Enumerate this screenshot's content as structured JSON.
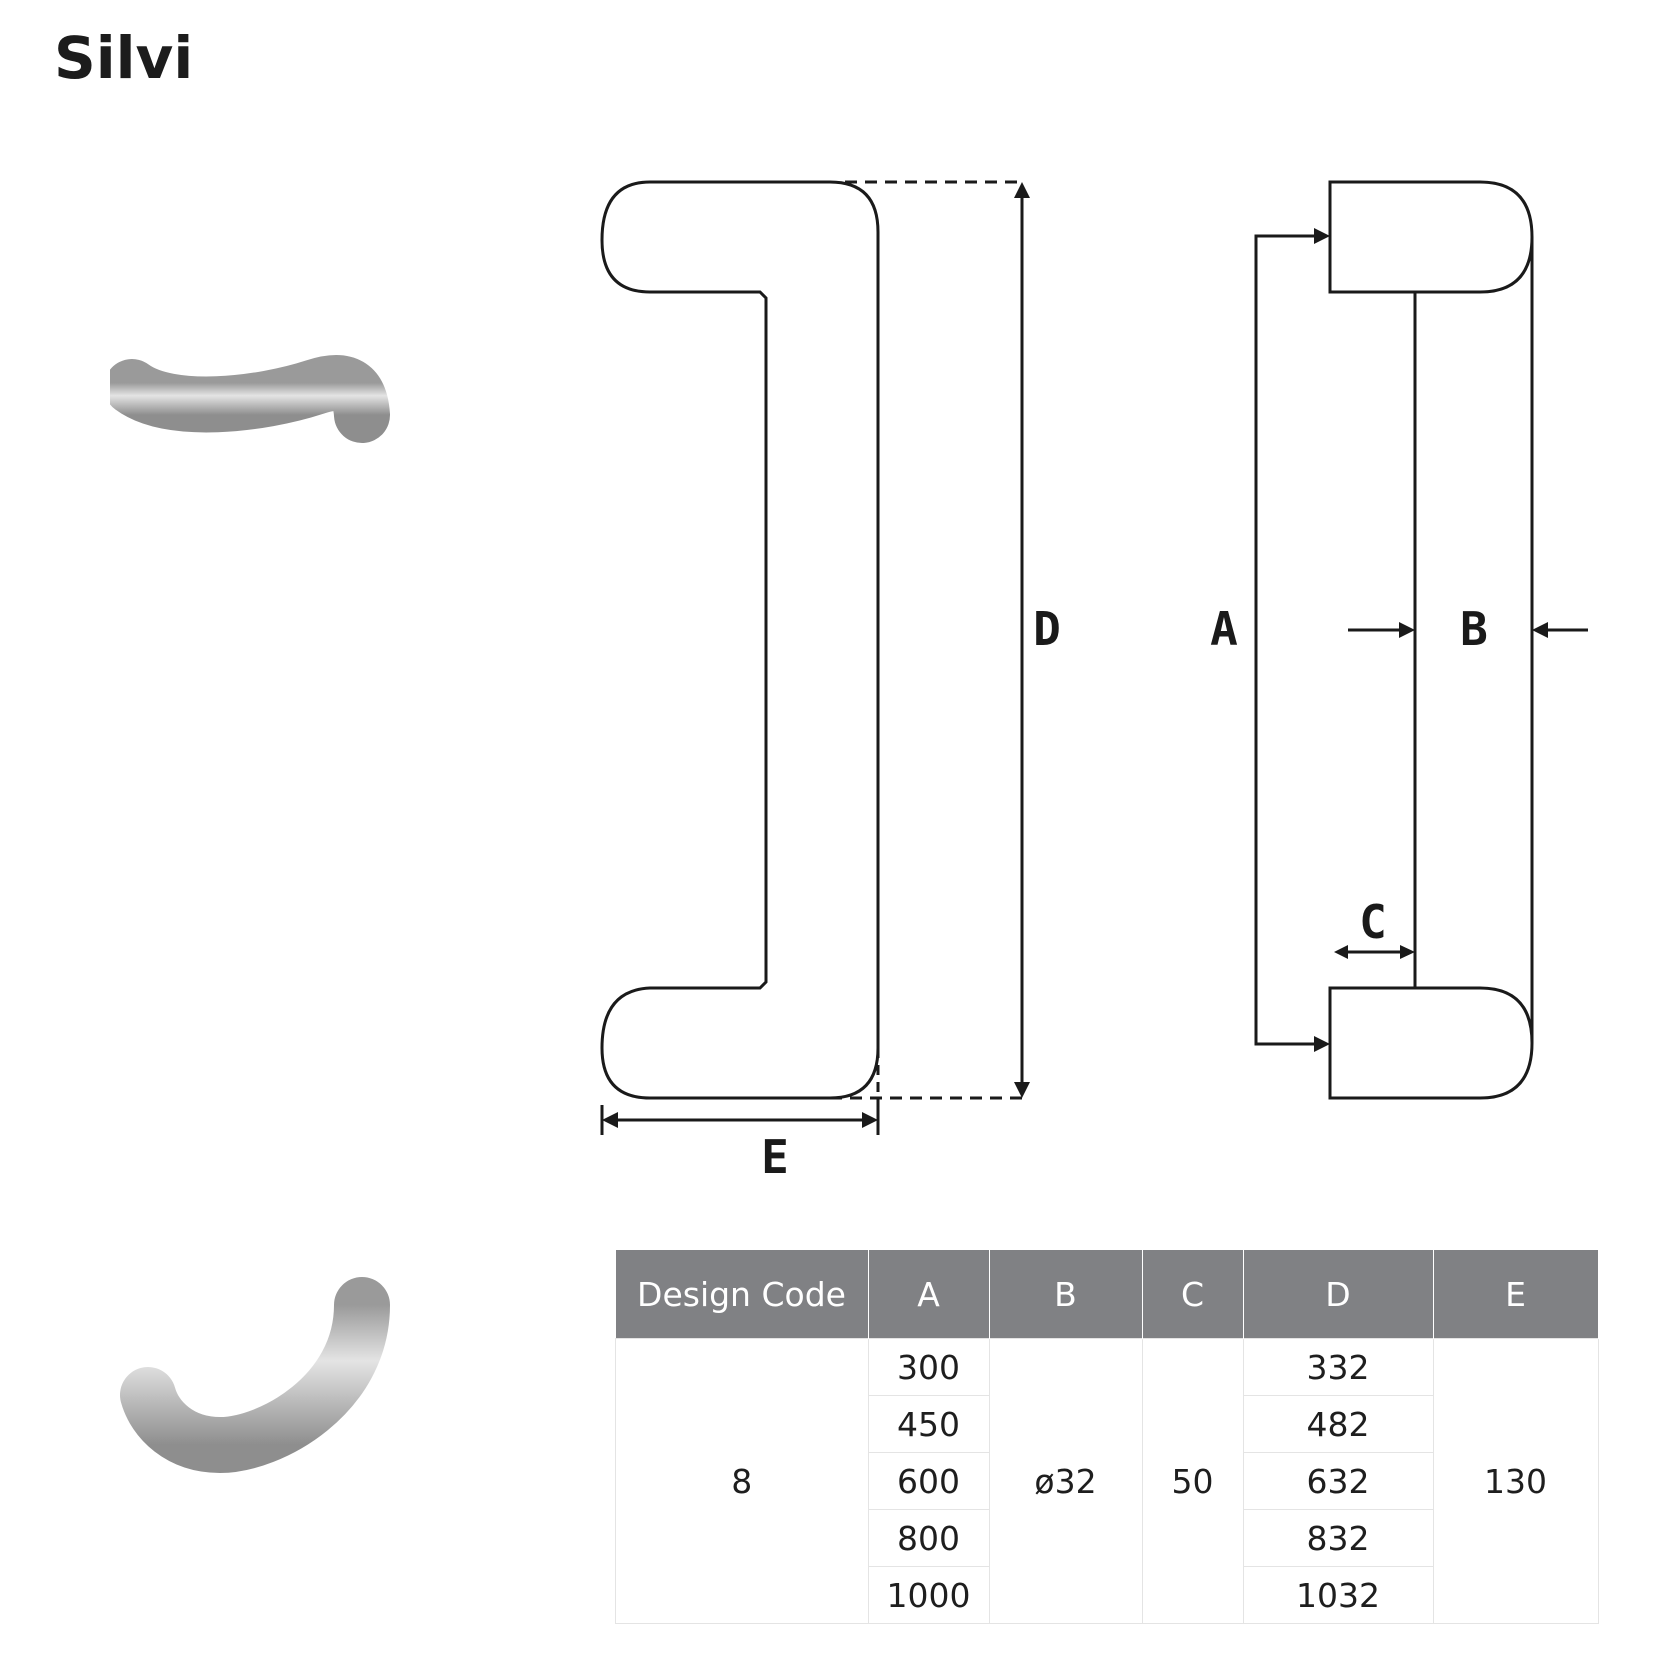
{
  "title": "Silvi",
  "diagram": {
    "labels": {
      "a": "A",
      "b": "B",
      "c": "C",
      "d": "D",
      "e": "E"
    }
  },
  "table": {
    "headers": [
      "Design Code",
      "A",
      "B",
      "C",
      "D",
      "E"
    ],
    "design_code": "8",
    "a_values": [
      "300",
      "450",
      "600",
      "800",
      "1000"
    ],
    "b_value": "ø32",
    "c_value": "50",
    "d_values": [
      "332",
      "482",
      "632",
      "832",
      "1032"
    ],
    "e_value": "130"
  },
  "colors": {
    "header_bg": "#808184",
    "line": "#1a1a1a",
    "steel": "#b9b9b9"
  }
}
